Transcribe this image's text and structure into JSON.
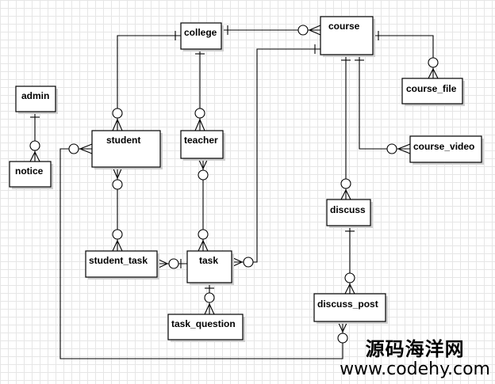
{
  "entities": {
    "admin": "admin",
    "notice": "notice",
    "student": "student",
    "college": "college",
    "teacher": "teacher",
    "course": "course",
    "course_file": "course_file",
    "course_video": "course_video",
    "discuss": "discuss",
    "discuss_post": "discuss_post",
    "student_task": "student_task",
    "task": "task",
    "task_question": "task_question"
  },
  "relationships": [
    {
      "from": "admin",
      "to": "notice",
      "from_end": "one",
      "to_end": "zero-or-many"
    },
    {
      "from": "college",
      "to": "student",
      "from_end": "one",
      "to_end": "zero-or-many"
    },
    {
      "from": "college",
      "to": "teacher",
      "from_end": "one",
      "to_end": "zero-or-many"
    },
    {
      "from": "college",
      "to": "course",
      "from_end": "one",
      "to_end": "zero-or-many"
    },
    {
      "from": "course",
      "to": "course_file",
      "from_end": "one",
      "to_end": "zero-or-many"
    },
    {
      "from": "course",
      "to": "course_video",
      "from_end": "one",
      "to_end": "zero-or-many"
    },
    {
      "from": "course",
      "to": "discuss",
      "from_end": "one",
      "to_end": "zero-or-many"
    },
    {
      "from": "course",
      "to": "task",
      "from_end": "one",
      "to_end": "zero-or-many"
    },
    {
      "from": "student",
      "to": "student_task",
      "from_end": "zero-or-many",
      "to_end": "zero-or-many"
    },
    {
      "from": "teacher",
      "to": "task",
      "from_end": "zero-or-many",
      "to_end": "zero-or-many"
    },
    {
      "from": "task",
      "to": "student_task",
      "from_end": "one",
      "to_end": "zero-or-many"
    },
    {
      "from": "task",
      "to": "task_question",
      "from_end": "one",
      "to_end": "zero-or-many"
    },
    {
      "from": "discuss",
      "to": "discuss_post",
      "from_end": "one",
      "to_end": "zero-or-many"
    },
    {
      "from": "student",
      "to": "discuss_post",
      "from_end": "zero-or-many",
      "to_end": "zero-or-many"
    }
  ],
  "watermark": {
    "chinese": "源码海洋网",
    "url": "www.codehy.com"
  },
  "colors": {
    "grid": "#e6e6e6",
    "line": "#000000",
    "entity_fill": "#ffffff",
    "shadow": "#cfcfcf"
  }
}
